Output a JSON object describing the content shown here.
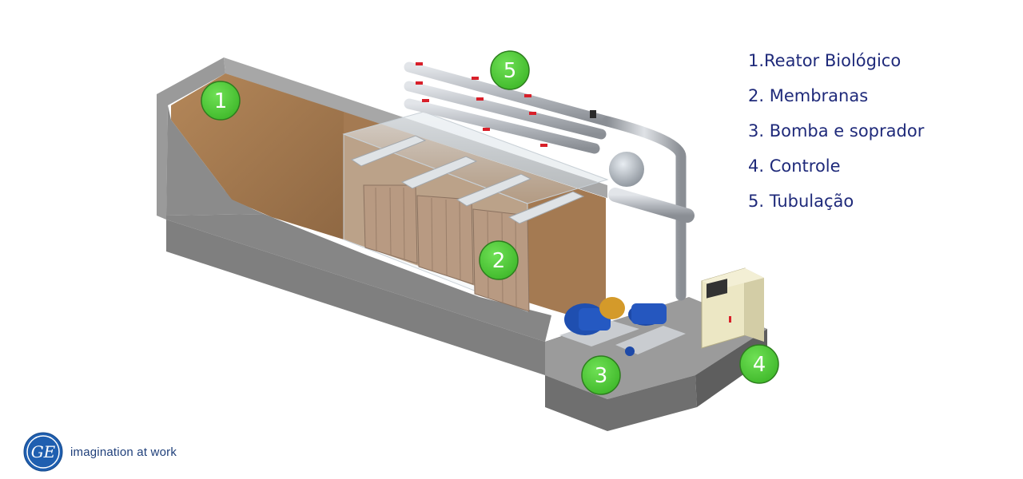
{
  "legend": [
    {
      "text": "1.Reator Biológico"
    },
    {
      "text": "2. Membranas"
    },
    {
      "text": "3. Bomba e soprador"
    },
    {
      "text": "4. Controle"
    },
    {
      "text": "5. Tubulação"
    }
  ],
  "badges": {
    "b1": "1",
    "b2": "2",
    "b3": "3",
    "b4": "4",
    "b5": "5"
  },
  "brand": {
    "tagline": "imagination at work",
    "logo_letters": "GE"
  },
  "colors": {
    "badge_fill": "#4cd137",
    "badge_stroke": "#2d7d1e",
    "legend_text": "#1f2a7a",
    "sludge": "#a87c53",
    "concrete": "#8f8f8f",
    "pipe": "#b8bcc2",
    "pump_blue": "#1f4fb0",
    "cabinet": "#ece7c4"
  }
}
